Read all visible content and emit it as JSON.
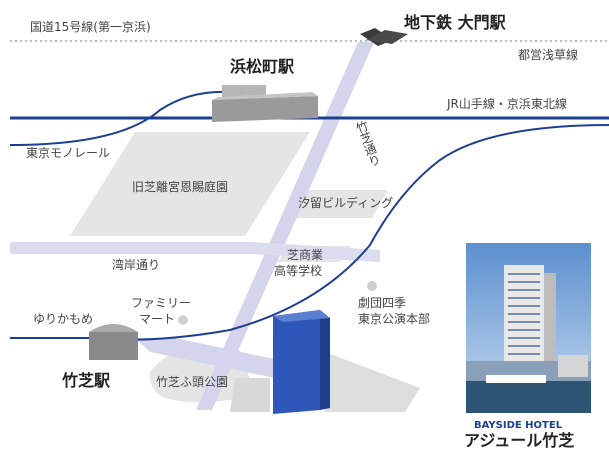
{
  "labels": {
    "route15": "国道15号線(第一京浜)",
    "chikatetsu_daimon": "地下鉄 大門駅",
    "toei_asakusa": "都営浅草線",
    "hamamatsucho": "浜松町駅",
    "jr_line": "JR山手線・京浜東北線",
    "monorail": "東京モノレール",
    "kyushiba_garden": "旧芝離宮恩賜庭園",
    "takeshiba_dori": "竹芝通り",
    "shiodome_building": "汐留ビルディング",
    "shiba_commercial_1": "芝商業",
    "shiba_commercial_2": "高等学校",
    "kaigan_dori": "湾岸通り",
    "gekidan_shiki_1": "劇団四季",
    "gekidan_shiki_2": "東京公演本部",
    "yurikamome": "ゆりかもめ",
    "familymart_1": "ファミリー",
    "familymart_2": "マート",
    "takeshiba_station": "竹芝駅",
    "takeshiba_pier_park": "竹芝ふ頭公園",
    "hotel_sub": "BAYSIDE HOTEL",
    "hotel_name": "アジュール竹芝"
  },
  "colors": {
    "rail": "#1c3f94",
    "road": "#d9d9ee",
    "road_main": "#c9c9e6",
    "park": "#e3e3e3",
    "hotel_block": "#2a56b7",
    "station_gray": "#8a8a8a",
    "dotted": "#5a6a9a"
  }
}
